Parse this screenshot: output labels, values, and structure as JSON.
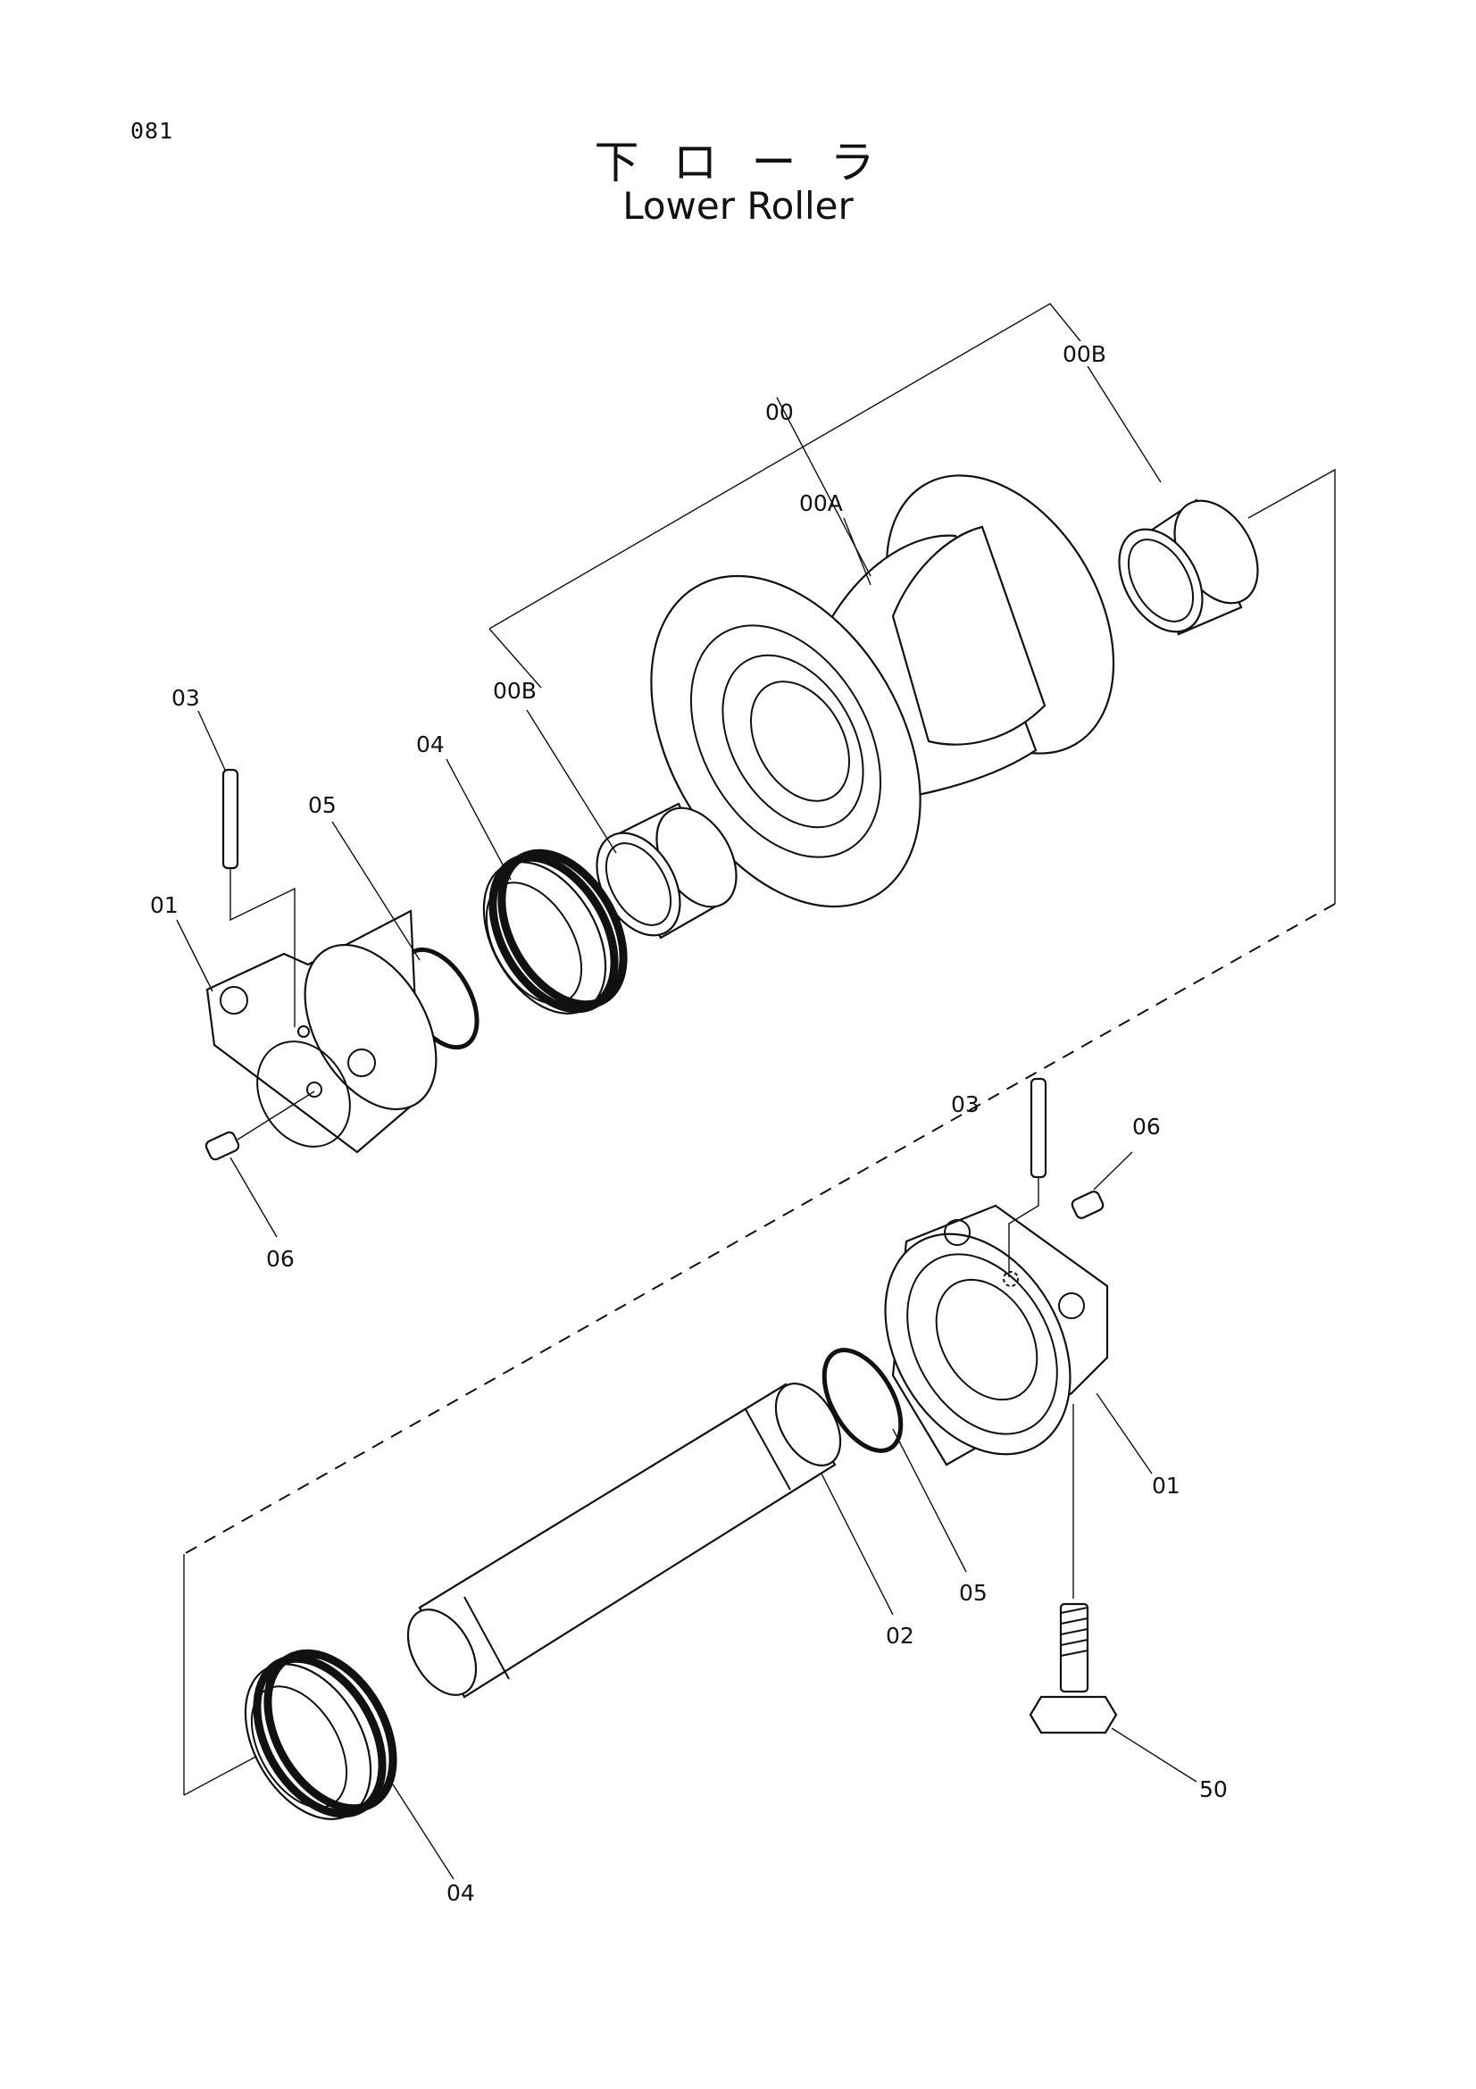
{
  "page": {
    "number": "081",
    "title_jp": "下ローラ",
    "title_en": "Lower Roller"
  },
  "callouts": {
    "c_00": "00",
    "c_00A": "00A",
    "c_00B_top": "00B",
    "c_00B_mid": "00B",
    "c_01_left": "01",
    "c_01_right": "01",
    "c_02": "02",
    "c_03_left": "03",
    "c_03_right": "03",
    "c_04_upper": "04",
    "c_04_lower": "04",
    "c_05_left": "05",
    "c_05_right": "05",
    "c_06_left": "06",
    "c_06_right": "06",
    "c_50": "50"
  },
  "icons": {
    "roller": "roller-shell-icon",
    "bushing": "bushing-icon",
    "seal": "floating-seal-icon",
    "oring": "o-ring-icon",
    "collar": "collar-icon",
    "shaft": "shaft-icon",
    "pin": "pin-icon",
    "plug": "plug-icon",
    "bolt": "bolt-icon"
  }
}
